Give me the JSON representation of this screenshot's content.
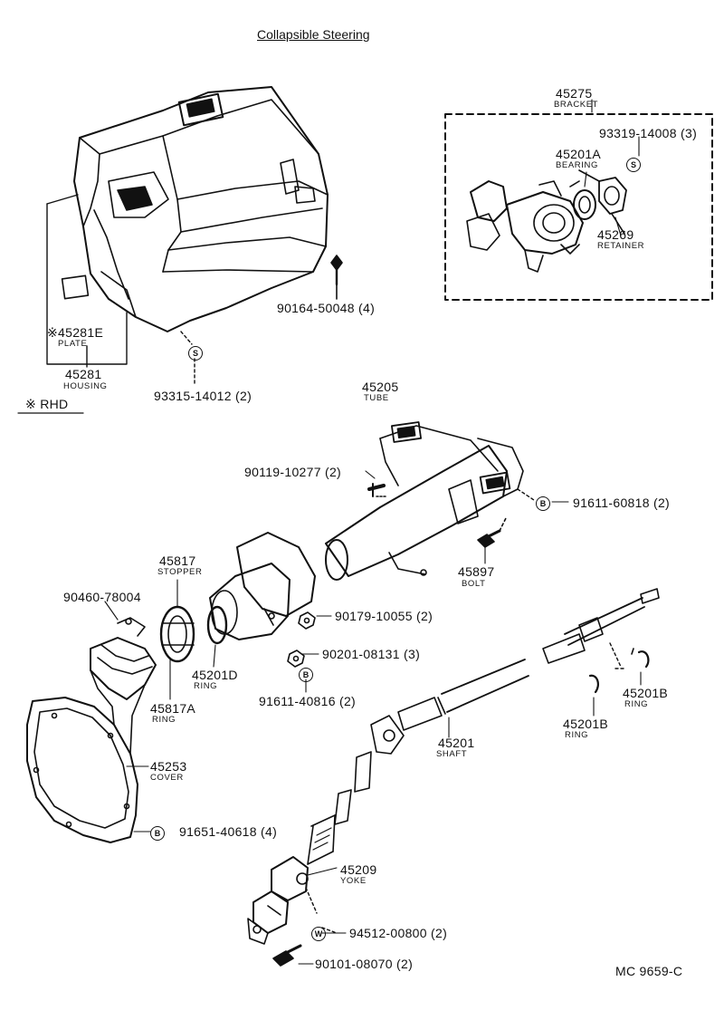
{
  "title": "Collapsible Steering",
  "diagram_code": "MC 9659-C",
  "rhd_note": "※ RHD",
  "symbols": {
    "s": "S",
    "b": "B",
    "w": "W"
  },
  "parts": {
    "bracket": {
      "number": "45275",
      "name": "BRACKET"
    },
    "screw_bracket": {
      "number": "93319-14008",
      "qty": "(3)"
    },
    "bearing": {
      "number": "45201A",
      "name": "BEARING"
    },
    "retainer": {
      "number": "45269",
      "name": "RETAINER"
    },
    "screw_upper": {
      "number": "90164-50048",
      "qty": "(4)"
    },
    "plate": {
      "number": "※45281E",
      "name": "PLATE"
    },
    "housing": {
      "number": "45281",
      "name": "HOUSING"
    },
    "screw_housing": {
      "number": "93315-14012",
      "qty": "(2)"
    },
    "tube": {
      "number": "45205",
      "name": "TUBE"
    },
    "bolt_tube": {
      "number": "90119-10277",
      "qty": "(2)"
    },
    "bolt_91611_60818": {
      "number": "91611-60818",
      "qty": "(2)"
    },
    "bolt": {
      "number": "45897",
      "name": "BOLT"
    },
    "stopper": {
      "number": "45817",
      "name": "STOPPER"
    },
    "clip": {
      "number": "90460-78004"
    },
    "nut_90179": {
      "number": "90179-10055",
      "qty": "(2)"
    },
    "nut_90201": {
      "number": "90201-08131",
      "qty": "(3)"
    },
    "ring_d": {
      "number": "45201D",
      "name": "RING"
    },
    "bolt_91611_40816": {
      "number": "91611-40816",
      "qty": "(2)"
    },
    "ring_a": {
      "number": "45817A",
      "name": "RING"
    },
    "ring_b1": {
      "number": "45201B",
      "name": "RING"
    },
    "ring_b2": {
      "number": "45201B",
      "name": "RING"
    },
    "shaft": {
      "number": "45201",
      "name": "SHAFT"
    },
    "cover": {
      "number": "45253",
      "name": "COVER"
    },
    "bolt_91651": {
      "number": "91651-40618",
      "qty": "(4)"
    },
    "yoke": {
      "number": "45209",
      "name": "YOKE"
    },
    "washer_94512": {
      "number": "94512-00800",
      "qty": "(2)"
    },
    "bolt_90101": {
      "number": "90101-08070",
      "qty": "(2)"
    }
  }
}
